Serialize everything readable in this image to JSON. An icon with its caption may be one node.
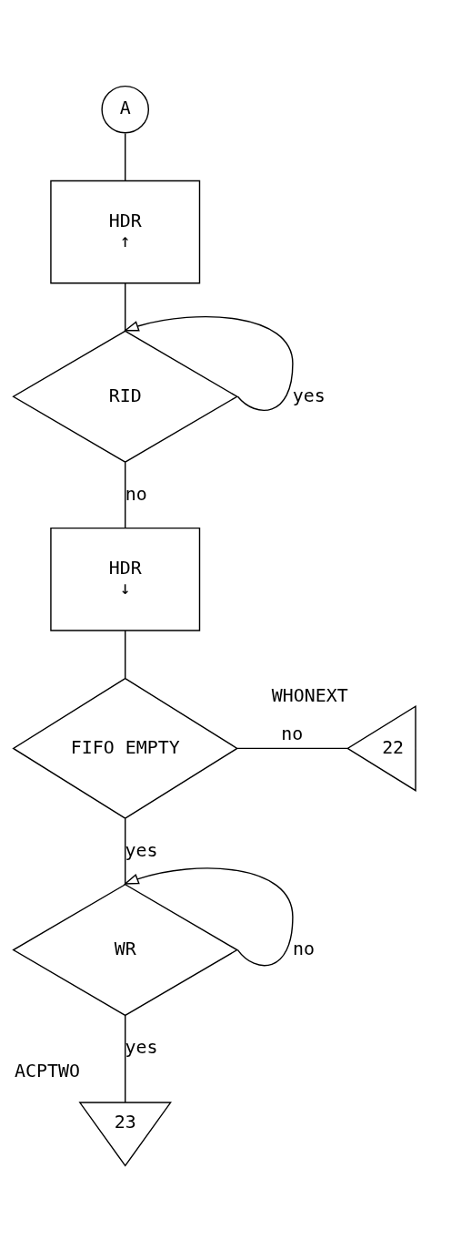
{
  "diagram": {
    "nodes": [
      {
        "text": [
          "A"
        ]
      },
      {
        "text": [
          "HDR",
          "↑"
        ]
      },
      {
        "text": [
          "RID"
        ]
      },
      {
        "text": [
          "HDR",
          "↓"
        ]
      },
      {
        "text": [
          "FIFO EMPTY"
        ]
      },
      {
        "text": [
          "22"
        ],
        "beside": [
          "WHONEXT"
        ]
      },
      {
        "text": [
          "WR"
        ]
      },
      {
        "text": [
          "23"
        ],
        "beside": [
          "ACPTWO"
        ]
      }
    ],
    "edges": [
      {
        "from": 0,
        "to": 1,
        "arrow": "none"
      },
      {
        "from": 1,
        "to": 2,
        "arrow": "none"
      },
      {
        "from": 2,
        "to": 2,
        "arrow": "to",
        "label": "yes"
      },
      {
        "from": 2,
        "to": 3,
        "arrow": "none",
        "label": "no"
      },
      {
        "from": 3,
        "to": 4,
        "arrow": "none"
      },
      {
        "from": 4,
        "to": 5,
        "arrow": "none",
        "label": "no"
      },
      {
        "from": 4,
        "to": 6,
        "arrow": "none",
        "label": "yes"
      },
      {
        "from": 6,
        "to": 6,
        "arrow": "to",
        "label": "no"
      },
      {
        "from": 6,
        "to": 7,
        "arrow": "none",
        "label": "yes"
      }
    ]
  }
}
